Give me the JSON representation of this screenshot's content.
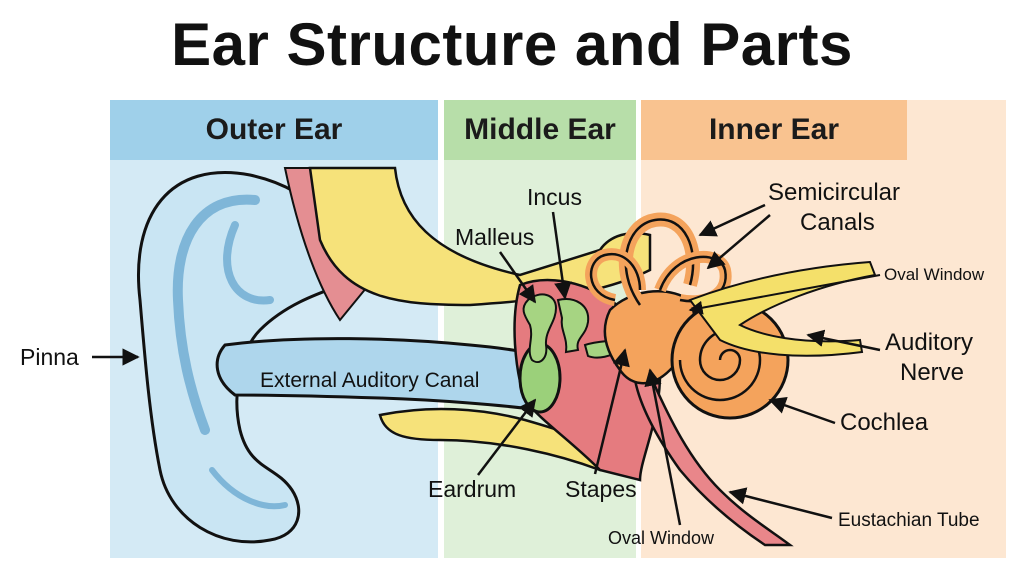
{
  "title": "Ear Structure and Parts",
  "sections": {
    "outer": "Outer Ear",
    "middle": "Middle Ear",
    "inner": "Inner Ear"
  },
  "labels": {
    "pinna": "Pinna",
    "canal": "External Auditory Canal",
    "incus": "Incus",
    "malleus": "Malleus",
    "semicircular_1": "Semicircular",
    "semicircular_2": "Canals",
    "oval_window_top": "Oval Window",
    "auditory_1": "Auditory",
    "auditory_2": "Nerve",
    "cochlea": "Cochlea",
    "eardrum": "Eardrum",
    "stapes": "Stapes",
    "oval_window_bottom": "Oval Window",
    "eustachian": "Eustachian Tube"
  },
  "colors": {
    "outer_panel": "#d4eaf5",
    "middle_panel": "#dff0d9",
    "inner_panel": "#fde7d2",
    "skin": "#bfe0f0",
    "bone_yellow": "#f6e27a",
    "tissue_red": "#e9868a",
    "ossicles": "#9fcf7a",
    "inner_orange": "#f4a35c"
  }
}
